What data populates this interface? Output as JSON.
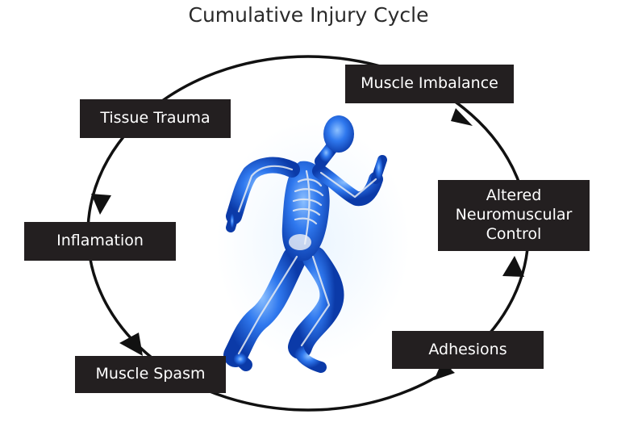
{
  "title": "Cumulative Injury Cycle",
  "cycle_steps": [
    {
      "id": "tissue",
      "label": "Tissue Trauma"
    },
    {
      "id": "inflamation",
      "label": "Inflamation"
    },
    {
      "id": "muscle_spasm",
      "label": "Muscle Spasm"
    },
    {
      "id": "adhesions",
      "label": "Adhesions"
    },
    {
      "id": "altered",
      "label": "Altered\nNeuromuscular\nControl"
    },
    {
      "id": "muscle_imbalance",
      "label": "Muscle Imbalance"
    }
  ],
  "colors": {
    "box_fill": "#231f20",
    "box_text": "#ffffff",
    "cycle_line": "#111111",
    "figure_blue": "#1f5fd6",
    "figure_highlight": "#7fb2ff",
    "skeleton": "#e8ecf2"
  },
  "figure": {
    "icon": "running-skeleton-figure"
  }
}
